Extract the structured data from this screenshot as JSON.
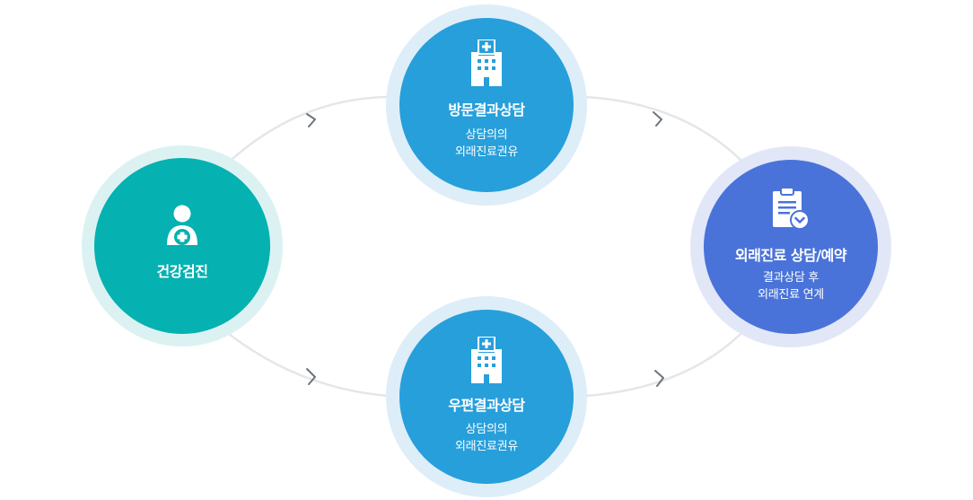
{
  "nodes": {
    "checkup": {
      "title": "건강검진",
      "icon": "person-medical-icon",
      "color": "#05b1b1"
    },
    "visit": {
      "title": "방문결과상담",
      "desc_line1": "상담의의",
      "desc_line2": "외래진료권유",
      "icon": "hospital-building-icon",
      "color": "#279fdb"
    },
    "mail": {
      "title": "우편결과상담",
      "desc_line1": "상담의의",
      "desc_line2": "외래진료권유",
      "icon": "hospital-building-icon",
      "color": "#279fdb"
    },
    "outpatient": {
      "title": "외래진료 상담/예약",
      "desc_line1": "결과상담 후",
      "desc_line2": "외래진료 연계",
      "icon": "clipboard-check-icon",
      "color": "#4a73d9"
    }
  },
  "connector_color": "#e3e6ea",
  "arrow_color": "#6f7478"
}
